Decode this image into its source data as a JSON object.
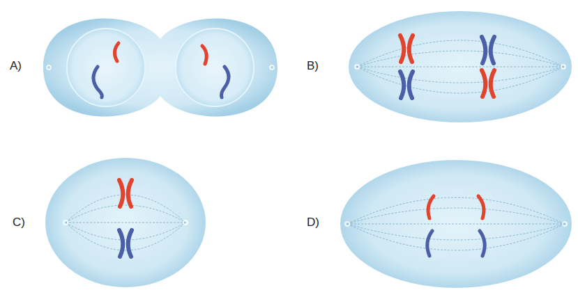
{
  "diagram": {
    "labels": [
      "A)",
      "B)",
      "C)",
      "D)"
    ]
  }
}
